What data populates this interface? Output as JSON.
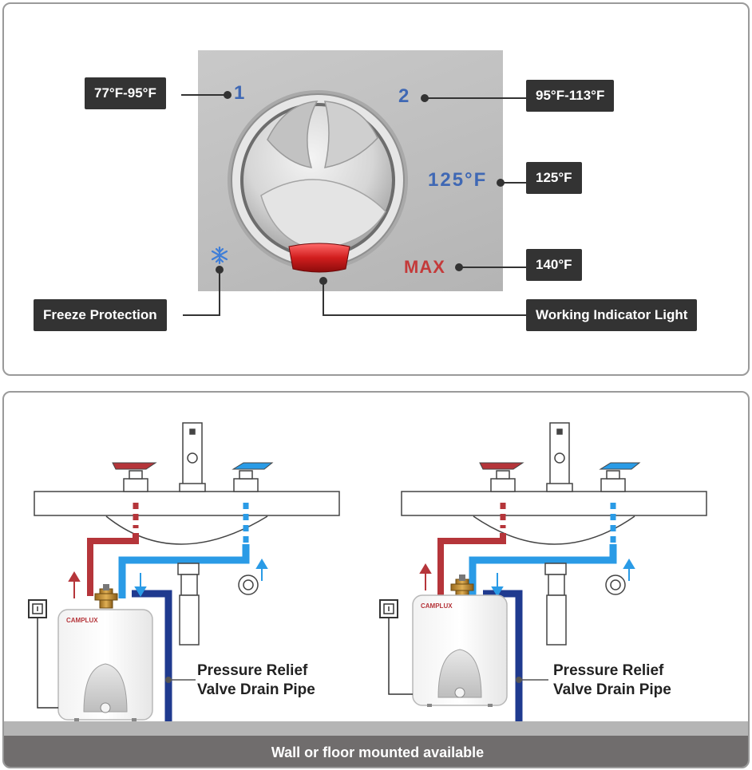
{
  "dial": {
    "setting_1": "1",
    "setting_2": "2",
    "setting_125": "125",
    "setting_125_unit": "°F",
    "setting_max": "MAX"
  },
  "callouts": {
    "range_1": "77°F-95°F",
    "range_2": "95°F-113°F",
    "temp_125": "125°F",
    "temp_140": "140°F",
    "freeze": "Freeze Protection",
    "indicator": "Working Indicator Light"
  },
  "install": {
    "pipe_label_line1": "Pressure Relief",
    "pipe_label_line2": "Valve Drain Pipe",
    "brand": "CAMPLUX",
    "footer": "Wall or floor mounted available"
  },
  "colors": {
    "callout_bg": "#333333",
    "hot_pipe": "#b5353a",
    "cold_pipe": "#2a9be6",
    "drain_pipe": "#1f3a8f",
    "indicator_light": "#d11e1e",
    "dial_number": "#3f68b4",
    "max_text": "#c43a3a"
  },
  "icons": [
    "snowflake-icon",
    "outlet-icon",
    "up-arrow-icon",
    "down-arrow-icon"
  ]
}
